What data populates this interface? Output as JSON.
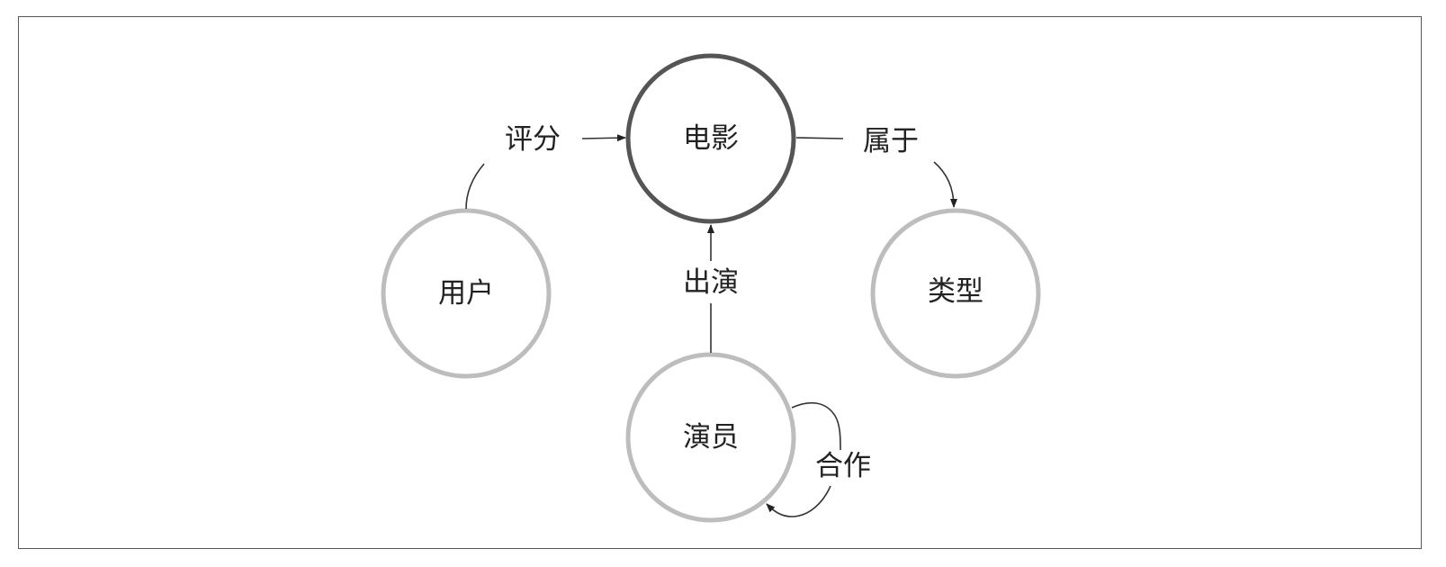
{
  "nodes": {
    "movie": {
      "label": "电影",
      "stroke": "#555555"
    },
    "user": {
      "label": "用户",
      "stroke": "#bdbdbd"
    },
    "genre": {
      "label": "类型",
      "stroke": "#bdbdbd"
    },
    "actor": {
      "label": "演员",
      "stroke": "#bdbdbd"
    }
  },
  "edges": {
    "rates": {
      "label": "评分"
    },
    "belongs_to": {
      "label": "属于"
    },
    "acts_in": {
      "label": "出演"
    },
    "collaborates": {
      "label": "合作"
    }
  }
}
